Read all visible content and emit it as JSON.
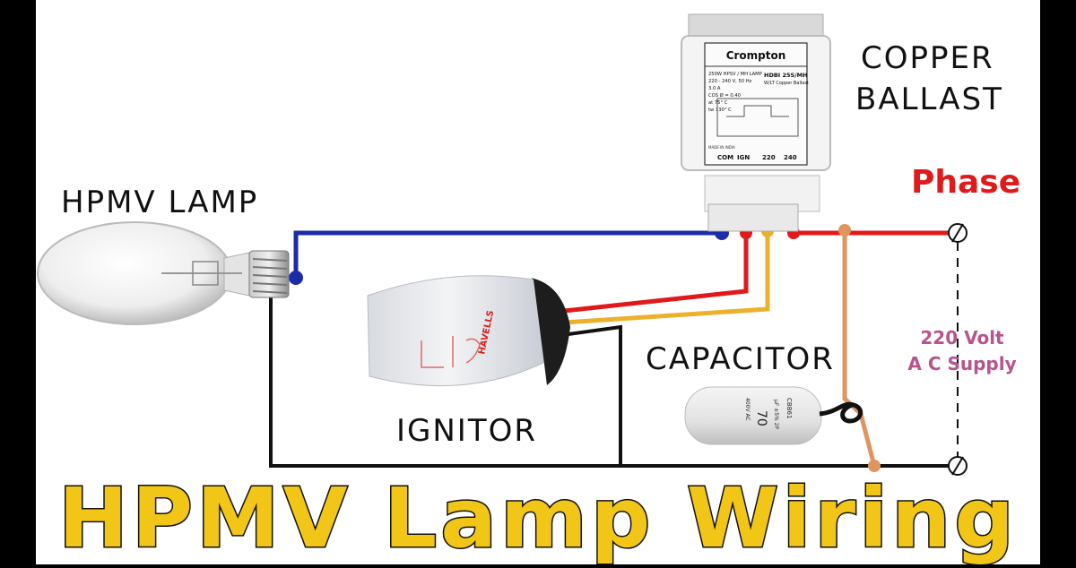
{
  "labels": {
    "lamp": "HPMV LAMP",
    "ballast_line1": "COPPER",
    "ballast_line2": "BALLAST",
    "phase": "Phase",
    "supply_line1": "220 Volt",
    "supply_line2": "A C Supply",
    "capacitor": "CAPACITOR",
    "ignitor": "IGNITOR",
    "title": "HPMV Lamp Wiring"
  },
  "ballast": {
    "brand": "Crompton",
    "spec_left": [
      "250W HPSV / MH LAMP",
      "220 - 240 V, 50 Hz",
      "3.0 A",
      "COS Ø = 0.40",
      "at 75° C",
      "tw 130° C"
    ],
    "model": "HDBI 25S/MH",
    "model_sub": "W/LT Copper Ballast",
    "made_in": "MADE IN INDIA",
    "terminals": [
      "COM",
      "IGN",
      "220",
      "240"
    ]
  },
  "capacitor_label": [
    "70",
    "µF ±5% 2P",
    "400V AC",
    "CBB61"
  ],
  "ignitor_label": [
    "HAVELLS"
  ],
  "colors": {
    "title_fill": "#f2c617",
    "phase_text": "#e0191b",
    "supply_text": "#b8538e",
    "wire_blue": "#1c2ba8",
    "wire_red": "#e0191b",
    "wire_yellow": "#ecb12c",
    "wire_black": "#111111",
    "wire_orange": "#e0955f"
  }
}
